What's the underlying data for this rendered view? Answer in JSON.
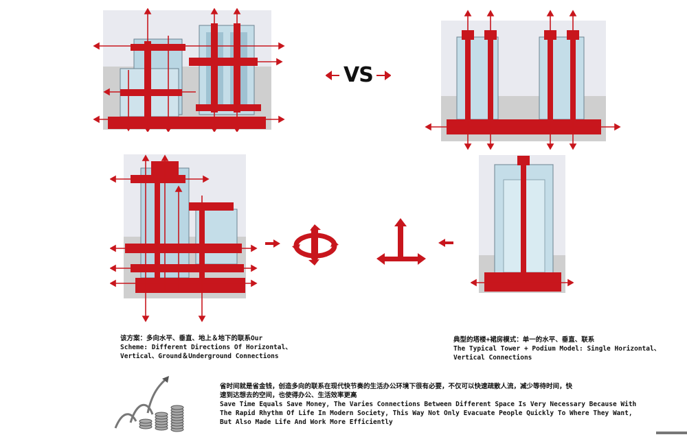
{
  "vs_label": "VS",
  "captions": {
    "our_scheme": {
      "line1": "该方案：多向水平、垂直、地上＆地下的联系Our",
      "line2": "Scheme: Different Directions Of Horizontal、",
      "line3": "Vertical、Ground＆Underground Connections"
    },
    "typical_model": {
      "line1": "典型的塔楼+裙房模式：单一的水平、垂直、联系",
      "line2": "The Typical Tower + Podium Model: Single Horizontal、",
      "line3": "Vertical Connections"
    }
  },
  "summary": {
    "line1": "省时间就是省金钱，创造多向的联系在现代快节奏的生活办公环境下很有必要，不仅可以快速疏散人流，减少等待时间，快",
    "line2": "速到达想去的空间，也使得办公、生活效率更高",
    "line3": "Save Time Equals Save Money,  The Varies Connections Between Different Space Is Very Necessary Because With",
    "line4": "The Rapid Rhythm Of Life In Modern Society, This Way Not Only Evacuate People Quickly To Where They Want,",
    "line5": "But Also Made Life And Work More Efficiently"
  },
  "colors": {
    "accent_red": "#c8161d",
    "glass": "#b9d6e3",
    "sky": "#e9eaf0",
    "ground": "#c9c9c9"
  },
  "icons": [
    "rotation-arrows-icon",
    "axis-arrows-icon",
    "coins-growth-icon"
  ]
}
